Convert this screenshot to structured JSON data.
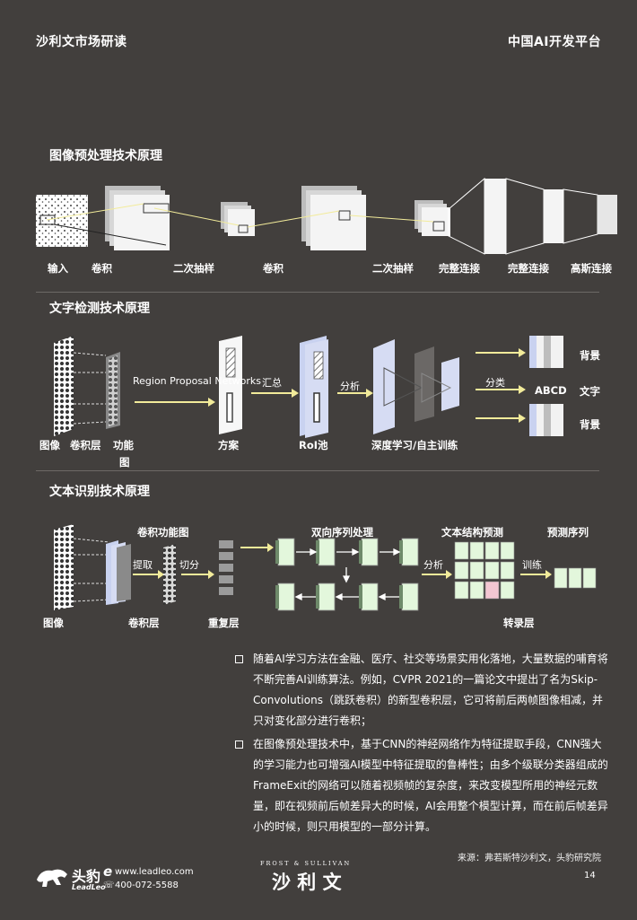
{
  "header": {
    "left": "沙利文市场研读",
    "right": "中国AI开发平台"
  },
  "sections": {
    "s1": {
      "title": "图像预处理技术原理",
      "labels": [
        "输入",
        "卷积",
        "二次抽样",
        "卷积",
        "二次抽样",
        "完整连接",
        "完整连接",
        "高斯连接"
      ]
    },
    "s2": {
      "title": "文字检测技术原理",
      "rpn": "Region Proposal Networks",
      "summary": "汇总",
      "analyze": "分析",
      "classify": "分类",
      "abcd": "ABCD",
      "out_bg1": "背景",
      "out_text": "文字",
      "out_bg2": "背景",
      "labels": {
        "image": "图像",
        "conv": "卷积层",
        "feature": "功能",
        "feature2": "图",
        "proposal": "方案",
        "roi": "RoI池",
        "deep": "深度学习/自主训练"
      }
    },
    "s3": {
      "title": "文本识别技术原理",
      "conv_map": "卷积功能图",
      "extract": "提取",
      "cut": "切分",
      "bidir": "双向序列处理",
      "struct": "文本结构预测",
      "predict": "预测序列",
      "analyze": "分析",
      "train": "训练",
      "labels": {
        "image": "图像",
        "conv": "卷积层",
        "repeat": "重复层",
        "transcribe": "转录层"
      }
    }
  },
  "body": {
    "bullets": [
      "随着AI学习方法在金融、医疗、社交等场景实用化落地，大量数据的哺育将不断完善AI训练算法。例如，CVPR 2021的一篇论文中提出了名为Skip-Convolutions（跳跃卷积）的新型卷积层，它可将前后两帧图像相减，并只对变化部分进行卷积；",
      "在图像预处理技术中，基于CNN的神经网络作为特征提取手段，CNN强大的学习能力也可增强AI模型中特征提取的鲁棒性；由多个级联分类器组成的FrameExit的网络可以随着视频帧的复杂度，来改变模型所用的神经元数量，即在视频前后帧差异大的时候，AI会用整个模型计算，而在前后帧差异小的时候，则只用模型的一部分计算。"
    ]
  },
  "footer": {
    "source": "来源：弗若斯特沙利文，头豹研究院",
    "brand": "头豹",
    "brand_en": "LeadLeo",
    "website": "www.leadleo.com",
    "phone": "400-072-5588",
    "frost": "FROST & SULLIVAN",
    "frost_cn": "沙 利 文",
    "page": "14"
  },
  "colors": {
    "bg": "#423f3d",
    "arrow": "#f2eb9a",
    "light_blue": "#d6dcf3",
    "green": "#e3f7dc"
  }
}
